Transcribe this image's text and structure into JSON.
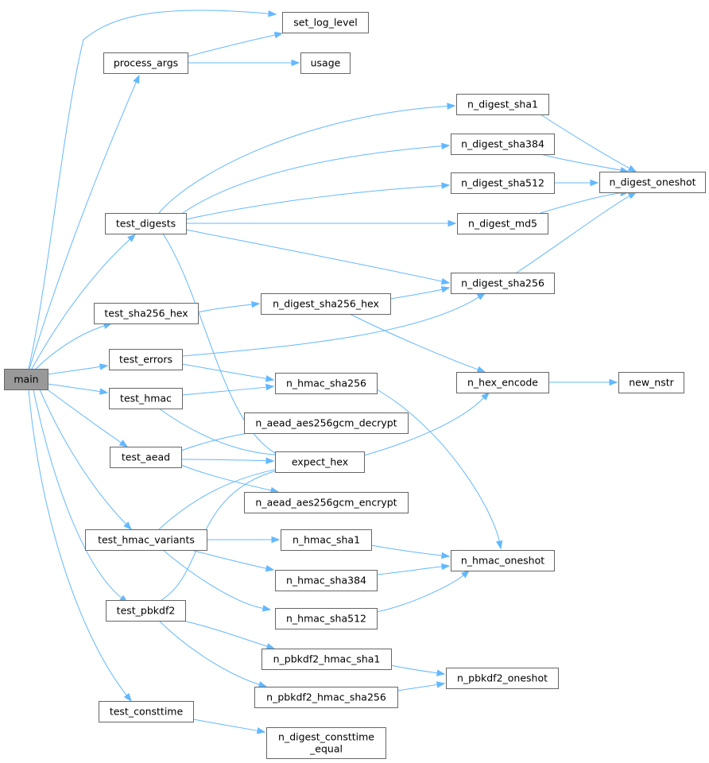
{
  "graph": {
    "root": "main",
    "nodes": [
      {
        "id": "main",
        "lines": [
          "main"
        ],
        "root": true
      },
      {
        "id": "set_log_level",
        "lines": [
          "set_log_level"
        ]
      },
      {
        "id": "process_args",
        "lines": [
          "process_args"
        ]
      },
      {
        "id": "usage",
        "lines": [
          "usage"
        ]
      },
      {
        "id": "n_digest_sha1",
        "lines": [
          "n_digest_sha1"
        ]
      },
      {
        "id": "n_digest_sha384",
        "lines": [
          "n_digest_sha384"
        ]
      },
      {
        "id": "n_digest_oneshot",
        "lines": [
          "n_digest_oneshot"
        ]
      },
      {
        "id": "n_digest_sha512",
        "lines": [
          "n_digest_sha512"
        ]
      },
      {
        "id": "test_digests",
        "lines": [
          "test_digests"
        ]
      },
      {
        "id": "n_digest_md5",
        "lines": [
          "n_digest_md5"
        ]
      },
      {
        "id": "n_digest_sha256",
        "lines": [
          "n_digest_sha256"
        ]
      },
      {
        "id": "test_sha256_hex",
        "lines": [
          "test_sha256_hex"
        ]
      },
      {
        "id": "n_digest_sha256_hex",
        "lines": [
          "n_digest_sha256_hex"
        ]
      },
      {
        "id": "test_errors",
        "lines": [
          "test_errors"
        ]
      },
      {
        "id": "n_hex_encode",
        "lines": [
          "n_hex_encode"
        ]
      },
      {
        "id": "new_nstr",
        "lines": [
          "new_nstr"
        ]
      },
      {
        "id": "n_hmac_sha256",
        "lines": [
          "n_hmac_sha256"
        ]
      },
      {
        "id": "test_hmac",
        "lines": [
          "test_hmac"
        ]
      },
      {
        "id": "n_aead_aes256gcm_decrypt",
        "lines": [
          "n_aead_aes256gcm_decrypt"
        ]
      },
      {
        "id": "test_aead",
        "lines": [
          "test_aead"
        ]
      },
      {
        "id": "expect_hex",
        "lines": [
          "expect_hex"
        ]
      },
      {
        "id": "n_aead_aes256gcm_encrypt",
        "lines": [
          "n_aead_aes256gcm_encrypt"
        ]
      },
      {
        "id": "test_hmac_variants",
        "lines": [
          "test_hmac_variants"
        ]
      },
      {
        "id": "n_hmac_sha1",
        "lines": [
          "n_hmac_sha1"
        ]
      },
      {
        "id": "n_hmac_oneshot",
        "lines": [
          "n_hmac_oneshot"
        ]
      },
      {
        "id": "n_hmac_sha384",
        "lines": [
          "n_hmac_sha384"
        ]
      },
      {
        "id": "test_pbkdf2",
        "lines": [
          "test_pbkdf2"
        ]
      },
      {
        "id": "n_hmac_sha512",
        "lines": [
          "n_hmac_sha512"
        ]
      },
      {
        "id": "n_pbkdf2_hmac_sha1",
        "lines": [
          "n_pbkdf2_hmac_sha1"
        ]
      },
      {
        "id": "n_pbkdf2_oneshot",
        "lines": [
          "n_pbkdf2_oneshot"
        ]
      },
      {
        "id": "n_pbkdf2_hmac_sha256",
        "lines": [
          "n_pbkdf2_hmac_sha256"
        ]
      },
      {
        "id": "test_consttime",
        "lines": [
          "test_consttime"
        ]
      },
      {
        "id": "n_digest_consttime_equal",
        "lines": [
          "n_digest_consttime",
          "_equal"
        ]
      }
    ],
    "edges": [
      [
        "main",
        "set_log_level"
      ],
      [
        "main",
        "process_args"
      ],
      [
        "main",
        "test_digests"
      ],
      [
        "main",
        "test_sha256_hex"
      ],
      [
        "main",
        "test_errors"
      ],
      [
        "main",
        "test_hmac"
      ],
      [
        "main",
        "test_aead"
      ],
      [
        "main",
        "test_hmac_variants"
      ],
      [
        "main",
        "test_pbkdf2"
      ],
      [
        "main",
        "test_consttime"
      ],
      [
        "process_args",
        "set_log_level"
      ],
      [
        "process_args",
        "usage"
      ],
      [
        "test_digests",
        "n_digest_sha1"
      ],
      [
        "test_digests",
        "n_digest_sha384"
      ],
      [
        "test_digests",
        "n_digest_sha512"
      ],
      [
        "test_digests",
        "n_digest_md5"
      ],
      [
        "test_digests",
        "n_digest_sha256"
      ],
      [
        "test_digests",
        "expect_hex"
      ],
      [
        "n_digest_sha1",
        "n_digest_oneshot"
      ],
      [
        "n_digest_sha384",
        "n_digest_oneshot"
      ],
      [
        "n_digest_sha512",
        "n_digest_oneshot"
      ],
      [
        "n_digest_md5",
        "n_digest_oneshot"
      ],
      [
        "n_digest_sha256",
        "n_digest_oneshot"
      ],
      [
        "test_sha256_hex",
        "n_digest_sha256_hex"
      ],
      [
        "n_digest_sha256_hex",
        "n_digest_sha256"
      ],
      [
        "n_digest_sha256_hex",
        "n_hex_encode"
      ],
      [
        "test_errors",
        "n_digest_sha256"
      ],
      [
        "test_errors",
        "n_hmac_sha256"
      ],
      [
        "n_hex_encode",
        "new_nstr"
      ],
      [
        "test_hmac",
        "n_hmac_sha256"
      ],
      [
        "test_hmac",
        "expect_hex"
      ],
      [
        "n_hmac_sha256",
        "n_hmac_oneshot"
      ],
      [
        "test_aead",
        "n_aead_aes256gcm_decrypt"
      ],
      [
        "test_aead",
        "expect_hex"
      ],
      [
        "test_aead",
        "n_aead_aes256gcm_encrypt"
      ],
      [
        "expect_hex",
        "n_hex_encode"
      ],
      [
        "test_hmac_variants",
        "expect_hex"
      ],
      [
        "test_hmac_variants",
        "n_hmac_sha1"
      ],
      [
        "test_hmac_variants",
        "n_hmac_sha384"
      ],
      [
        "test_hmac_variants",
        "n_hmac_sha512"
      ],
      [
        "n_hmac_sha1",
        "n_hmac_oneshot"
      ],
      [
        "n_hmac_sha384",
        "n_hmac_oneshot"
      ],
      [
        "n_hmac_sha512",
        "n_hmac_oneshot"
      ],
      [
        "test_pbkdf2",
        "expect_hex"
      ],
      [
        "test_pbkdf2",
        "n_pbkdf2_hmac_sha1"
      ],
      [
        "test_pbkdf2",
        "n_pbkdf2_hmac_sha256"
      ],
      [
        "n_pbkdf2_hmac_sha1",
        "n_pbkdf2_oneshot"
      ],
      [
        "n_pbkdf2_hmac_sha256",
        "n_pbkdf2_oneshot"
      ],
      [
        "test_consttime",
        "n_digest_consttime_equal"
      ]
    ]
  },
  "colors": {
    "edge": "#63b8ff",
    "node_border": "#666666",
    "node_fill": "#ffffff",
    "root_fill": "#999999",
    "text": "#000000"
  }
}
